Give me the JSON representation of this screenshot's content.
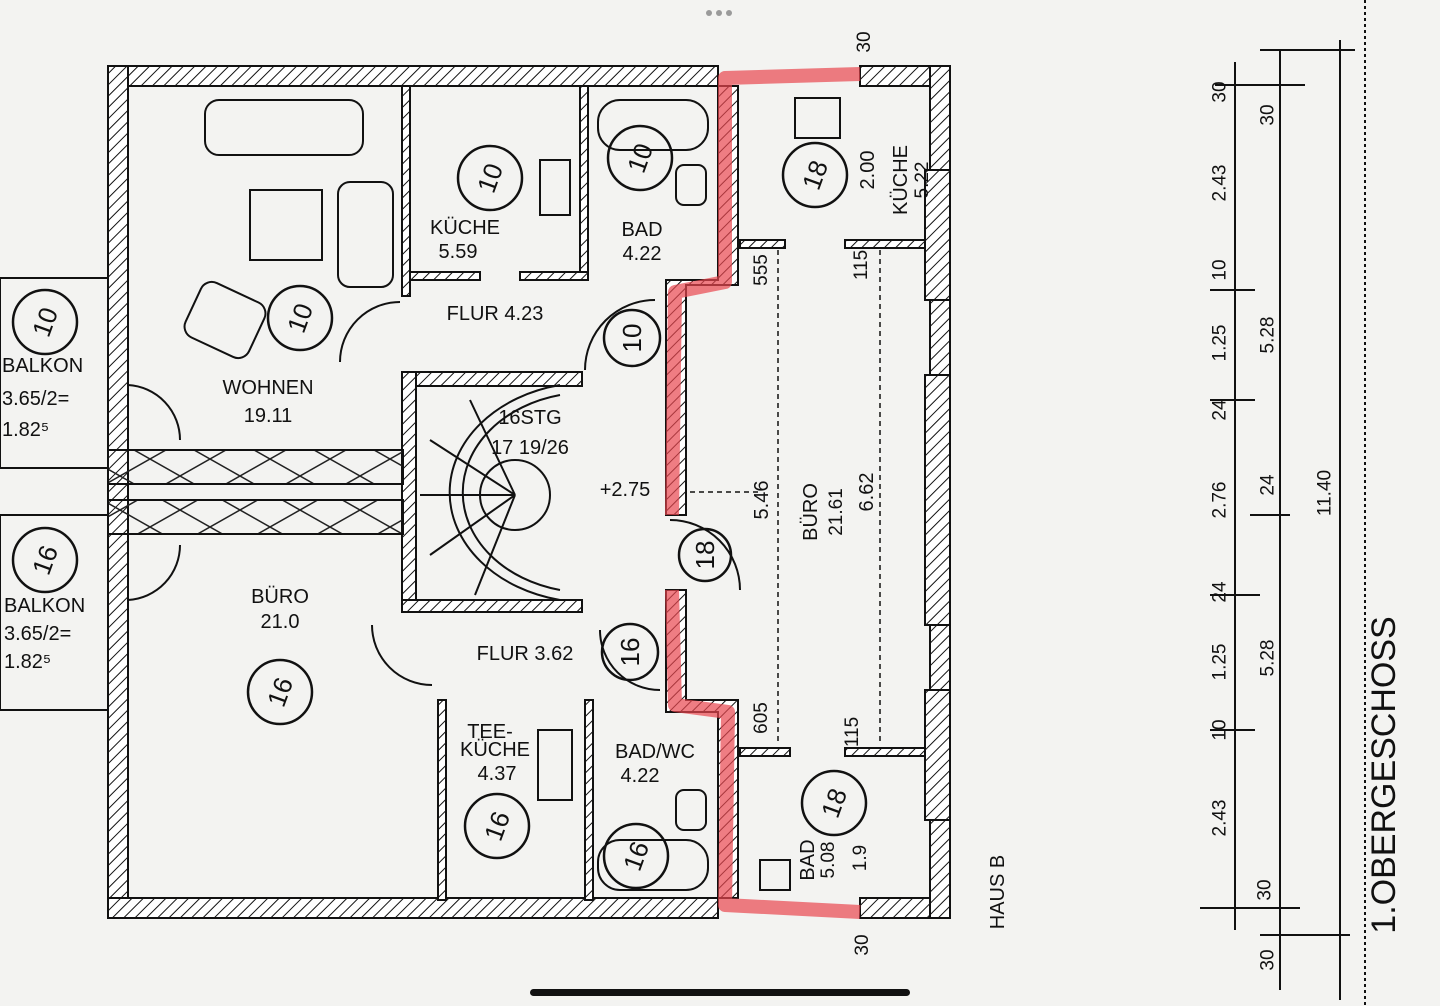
{
  "plan": {
    "title": "1.OBERGESCHOSS",
    "house": "HAUS B",
    "highlight_color": "#e8464f",
    "rooms": {
      "kueche_a": {
        "name": "KÜCHE",
        "area": "5.59"
      },
      "bad_a": {
        "name": "BAD",
        "area": "4.22"
      },
      "flur_a": "FLUR 4.23",
      "wohnen": {
        "name": "WOHNEN",
        "area": "19.11"
      },
      "balkon_a": {
        "name": "BALKON",
        "calc": "3.65/2=",
        "area": "1.82⁵"
      },
      "balkon_b": {
        "name": "BALKON",
        "calc": "3.65/2=",
        "area": "1.82⁵"
      },
      "buero_a": {
        "name": "BÜRO",
        "area": "21.0"
      },
      "stairs": {
        "steps": "16STG",
        "rise": "17 19/26"
      },
      "level": "+2.75",
      "flur_b": "FLUR 3.62",
      "teekueche": {
        "name1": "TEE-",
        "name2": "KÜCHE",
        "area": "4.37"
      },
      "bad_wc": {
        "name": "BAD/WC",
        "area": "4.22"
      },
      "buero_b": {
        "name": "BÜRO",
        "area": "21.61",
        "width": "6.62",
        "depth": "5.46"
      },
      "kueche_b": {
        "name": "KÜCHE",
        "area": "5.22",
        "width": "2.00"
      },
      "bad_b": {
        "name": "BAD",
        "area": "5.08",
        "width": "1.9"
      }
    },
    "unit_markers": [
      "10",
      "10",
      "18",
      "10",
      "10",
      "10",
      "18",
      "16",
      "16",
      "16",
      "16",
      "16",
      "18"
    ],
    "inner_dims": {
      "top": "30",
      "bottom": "30",
      "d555": "555",
      "d115a": "115",
      "d605": "605",
      "d115b": "115"
    },
    "right_dims": {
      "col1": [
        "30",
        "2.43",
        "10",
        "1.25",
        "24",
        "2.76",
        "24",
        "1.25",
        "10",
        "2.43",
        "30"
      ],
      "col2": [
        "30",
        "5.28",
        "24",
        "5.28",
        "30"
      ],
      "total": "11.40"
    }
  }
}
